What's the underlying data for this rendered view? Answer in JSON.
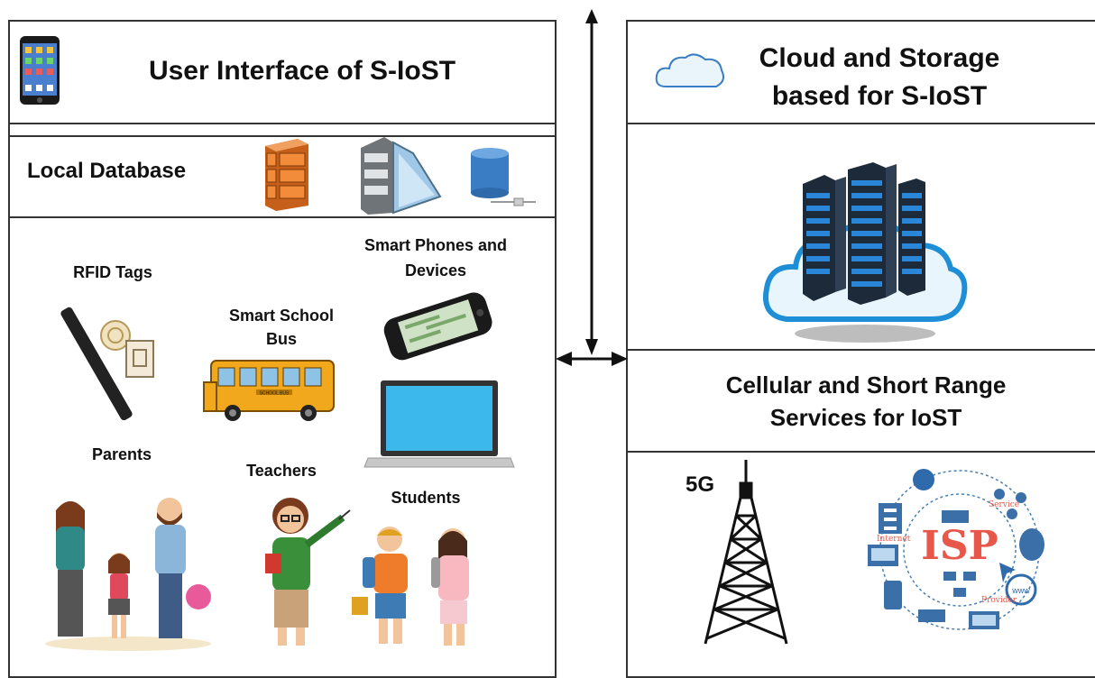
{
  "left_panel": {
    "title": "User Interface of S-IoST",
    "local_db_label": "Local Database",
    "rfid_label": "RFID Tags",
    "bus_label_1": "Smart School",
    "bus_label_2": "Bus",
    "phones_label_1": "Smart Phones and",
    "phones_label_2": "Devices",
    "parents_label": "Parents",
    "teachers_label": "Teachers",
    "students_label": "Students",
    "bus_sign": "SCHOOL BUS"
  },
  "right_panel": {
    "cloud_title_1": "Cloud and Storage",
    "cloud_title_2": "based for S-IoST",
    "cellular_title_1": "Cellular and Short Range",
    "cellular_title_2": "Services for IoST",
    "tower_label": "5G",
    "isp_label": "ISP",
    "isp_word_1": "Service",
    "isp_word_2": "Internet",
    "isp_word_3": "Provider",
    "isp_www": "www"
  },
  "colors": {
    "border": "#333333",
    "db_orange": "#e07b2a",
    "db_blue": "#3b7dc4",
    "bus_yellow": "#f2a81d",
    "server_blue": "#1e6fb8",
    "isp_red": "#e8584a"
  }
}
